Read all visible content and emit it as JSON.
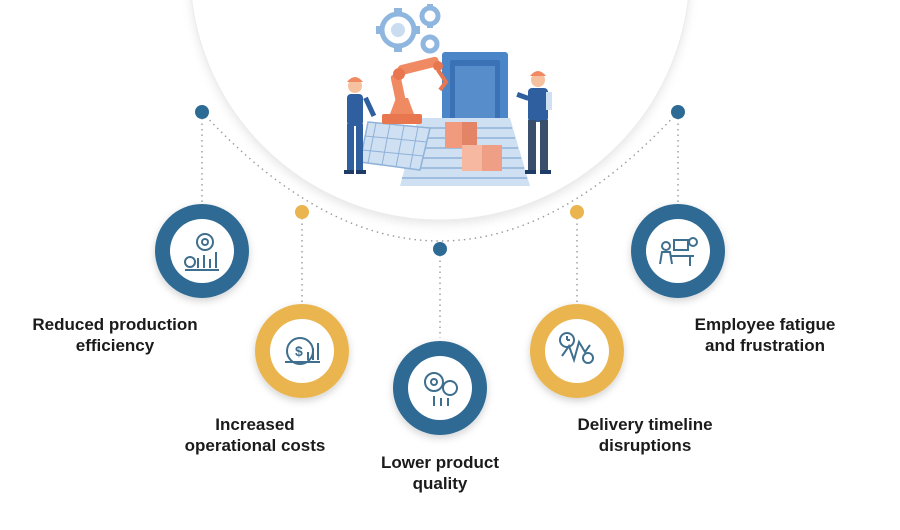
{
  "colors": {
    "blue": "#2e6b94",
    "blue_dark": "#255a80",
    "gold": "#eab54f",
    "gold_dark": "#d9a23f",
    "icon": "#3f6f8f",
    "dots": "#9a9a9a"
  },
  "illustration": {
    "name": "factory-robot-arm-workers",
    "elements": [
      "gears-icon",
      "robot-arm",
      "conveyor-belt",
      "boxes",
      "worker-left",
      "worker-right",
      "machine-door"
    ]
  },
  "items": [
    {
      "id": "efficiency",
      "lines": [
        "Reduced production",
        "efficiency"
      ],
      "icon": "gear-dollar-chart-icon",
      "color": "blue"
    },
    {
      "id": "costs",
      "lines": [
        "Increased",
        "operational costs"
      ],
      "icon": "dollar-gear-bars-icon",
      "color": "gold"
    },
    {
      "id": "quality",
      "lines": [
        "Lower product",
        "quality"
      ],
      "icon": "gear-dollar-down-icon",
      "color": "blue"
    },
    {
      "id": "timeline",
      "lines": [
        "Delivery timeline",
        "disruptions"
      ],
      "icon": "clock-dollar-zigzag-icon",
      "color": "gold"
    },
    {
      "id": "fatigue",
      "lines": [
        "Employee fatigue",
        "and frustration"
      ],
      "icon": "worker-desk-icon",
      "color": "blue"
    }
  ]
}
